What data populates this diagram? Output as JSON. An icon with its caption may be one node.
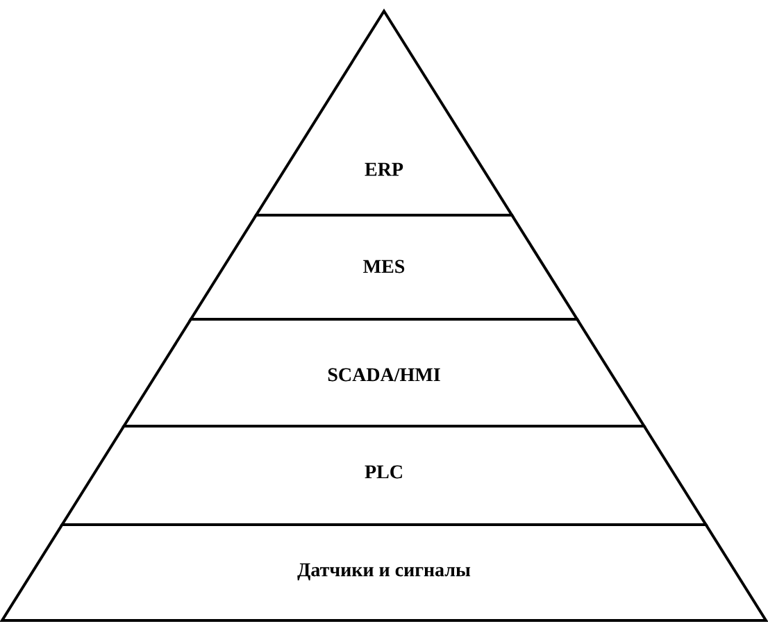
{
  "diagram": {
    "nodes": [
      {
        "text": [
          "ERP"
        ]
      },
      {
        "text": [
          "MES"
        ]
      },
      {
        "text": [
          "SCADA/HMI"
        ]
      },
      {
        "text": [
          "PLC"
        ]
      },
      {
        "text": [
          "Датчики и сигналы"
        ]
      }
    ]
  }
}
